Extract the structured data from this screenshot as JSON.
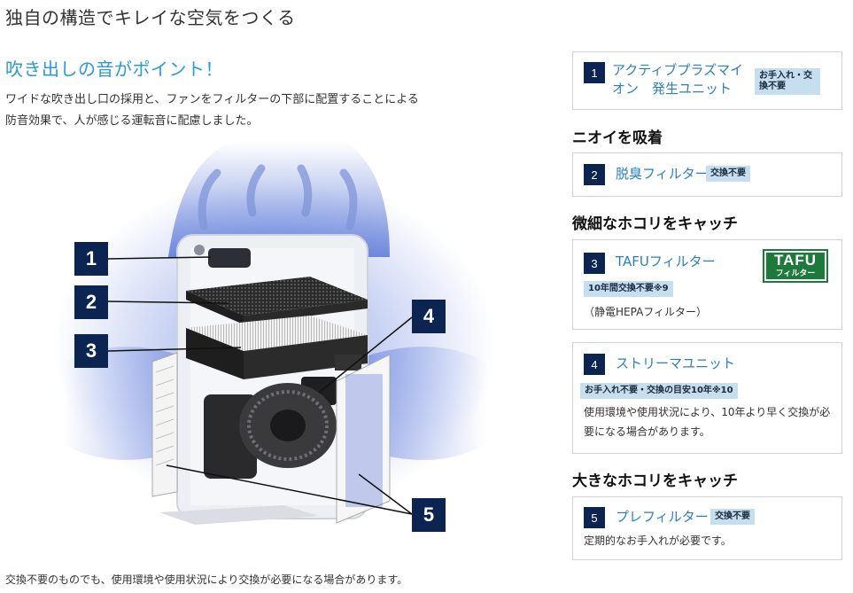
{
  "header": {
    "title": "独自の構造でキレイな空気をつくる"
  },
  "feature": {
    "heading": "吹き出しの音がポイント！",
    "description": "ワイドな吹き出し口の採用と、ファンをフィルターの下部に配置することによる防音効果で、人が感じる運転音に配慮しました。"
  },
  "illustration": {
    "callouts": [
      "1",
      "2",
      "3",
      "4",
      "5"
    ]
  },
  "footnote": "交換不要のものでも、使用環境や使用状況により交換が必要になる場合があります。",
  "sections": {
    "odor": "ニオイを吸着",
    "fine_dust": "微細なホコリをキャッチ",
    "large_dust": "大きなホコリをキャッチ"
  },
  "parts": [
    {
      "number": "1",
      "name": "アクティブプラズマイオン　発生ユニット",
      "badge": "お手入れ・交換不要"
    },
    {
      "number": "2",
      "name": "脱臭フィルター",
      "badge": "交換不要"
    },
    {
      "number": "3",
      "name": "TAFUフィルター",
      "badge": "10年間交換不要※9",
      "note": "（静電HEPAフィルター）",
      "logo_top": "TAFU",
      "logo_bottom": "フィルター"
    },
    {
      "number": "4",
      "name": "ストリーマユニット",
      "badge": "お手入れ不要・交換の目安10年※10",
      "note": "使用環境や使用状況により、10年より早く交換が必要になる場合があります。"
    },
    {
      "number": "5",
      "name": "プレフィルター",
      "badge": "交換不要",
      "note": "定期的なお手入れが必要です。"
    }
  ],
  "colors": {
    "accent_blue": "#2a9ad6",
    "navy": "#0c2451",
    "badge_bg": "#c6dfee",
    "tafu_green": "#1d7a3a"
  }
}
